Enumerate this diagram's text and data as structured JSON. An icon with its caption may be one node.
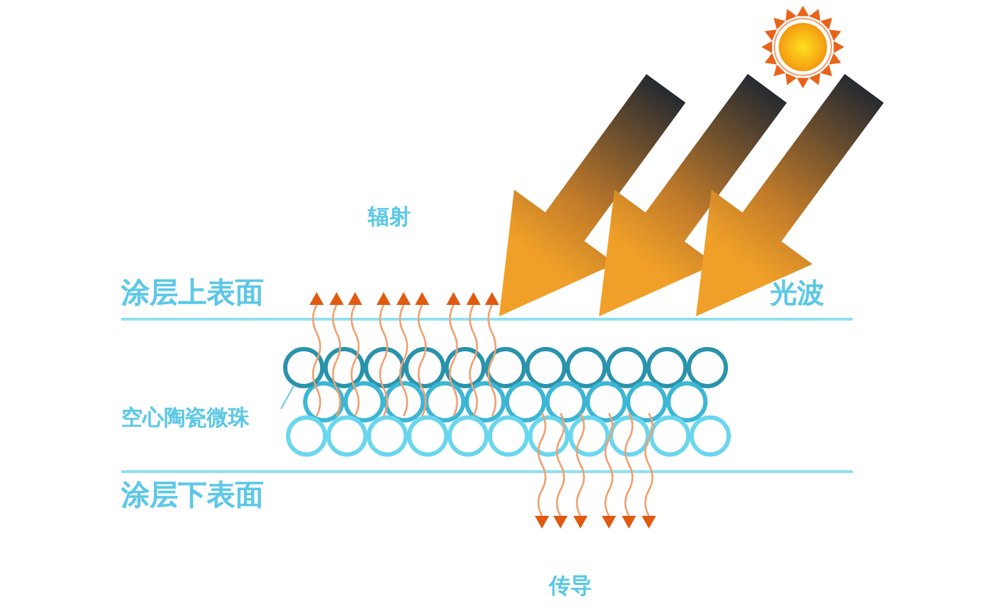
{
  "diagram": {
    "nodes": [
      {
        "text": [
          "空心陶瓷微珠"
        ]
      },
      {
        "text": [],
        "shape": "circle"
      }
    ],
    "edges": [
      {
        "from": 0,
        "to": 1,
        "arrow": "none"
      }
    ],
    "labels": [
      "辐射",
      "涂层上表面",
      "光波",
      "涂层下表面",
      "传导"
    ]
  }
}
